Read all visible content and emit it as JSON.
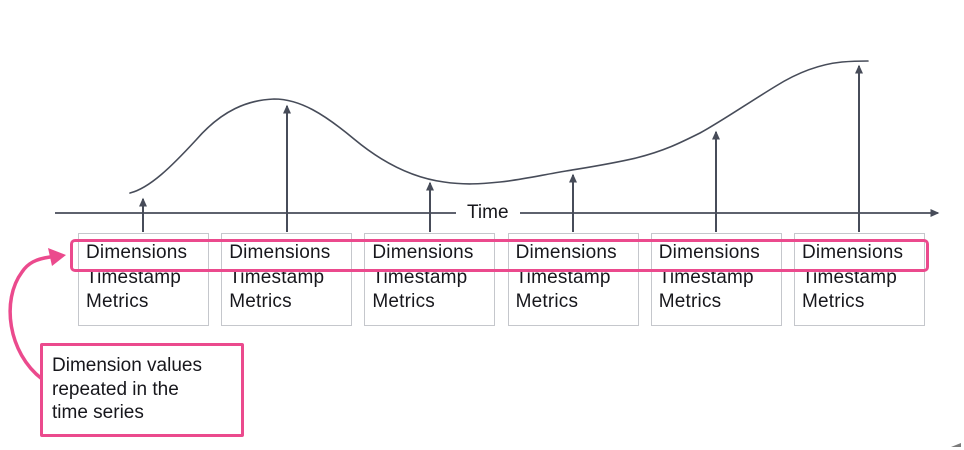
{
  "colors": {
    "pink": "#eb4a8d",
    "line": "#474c59",
    "box_border": "#c5c7cc",
    "text": "#17171c"
  },
  "axis": {
    "label": "Time"
  },
  "records": [
    {
      "dimensions": "Dimensions",
      "timestamp": "Timestamp",
      "metrics": "Metrics"
    },
    {
      "dimensions": "Dimensions",
      "timestamp": "Timestamp",
      "metrics": "Metrics"
    },
    {
      "dimensions": "Dimensions",
      "timestamp": "Timestamp",
      "metrics": "Metrics"
    },
    {
      "dimensions": "Dimensions",
      "timestamp": "Timestamp",
      "metrics": "Metrics"
    },
    {
      "dimensions": "Dimensions",
      "timestamp": "Timestamp",
      "metrics": "Metrics"
    },
    {
      "dimensions": "Dimensions",
      "timestamp": "Timestamp",
      "metrics": "Metrics"
    }
  ],
  "annotation": {
    "lines": [
      "Dimension values",
      "repeated in the",
      "time series"
    ]
  }
}
